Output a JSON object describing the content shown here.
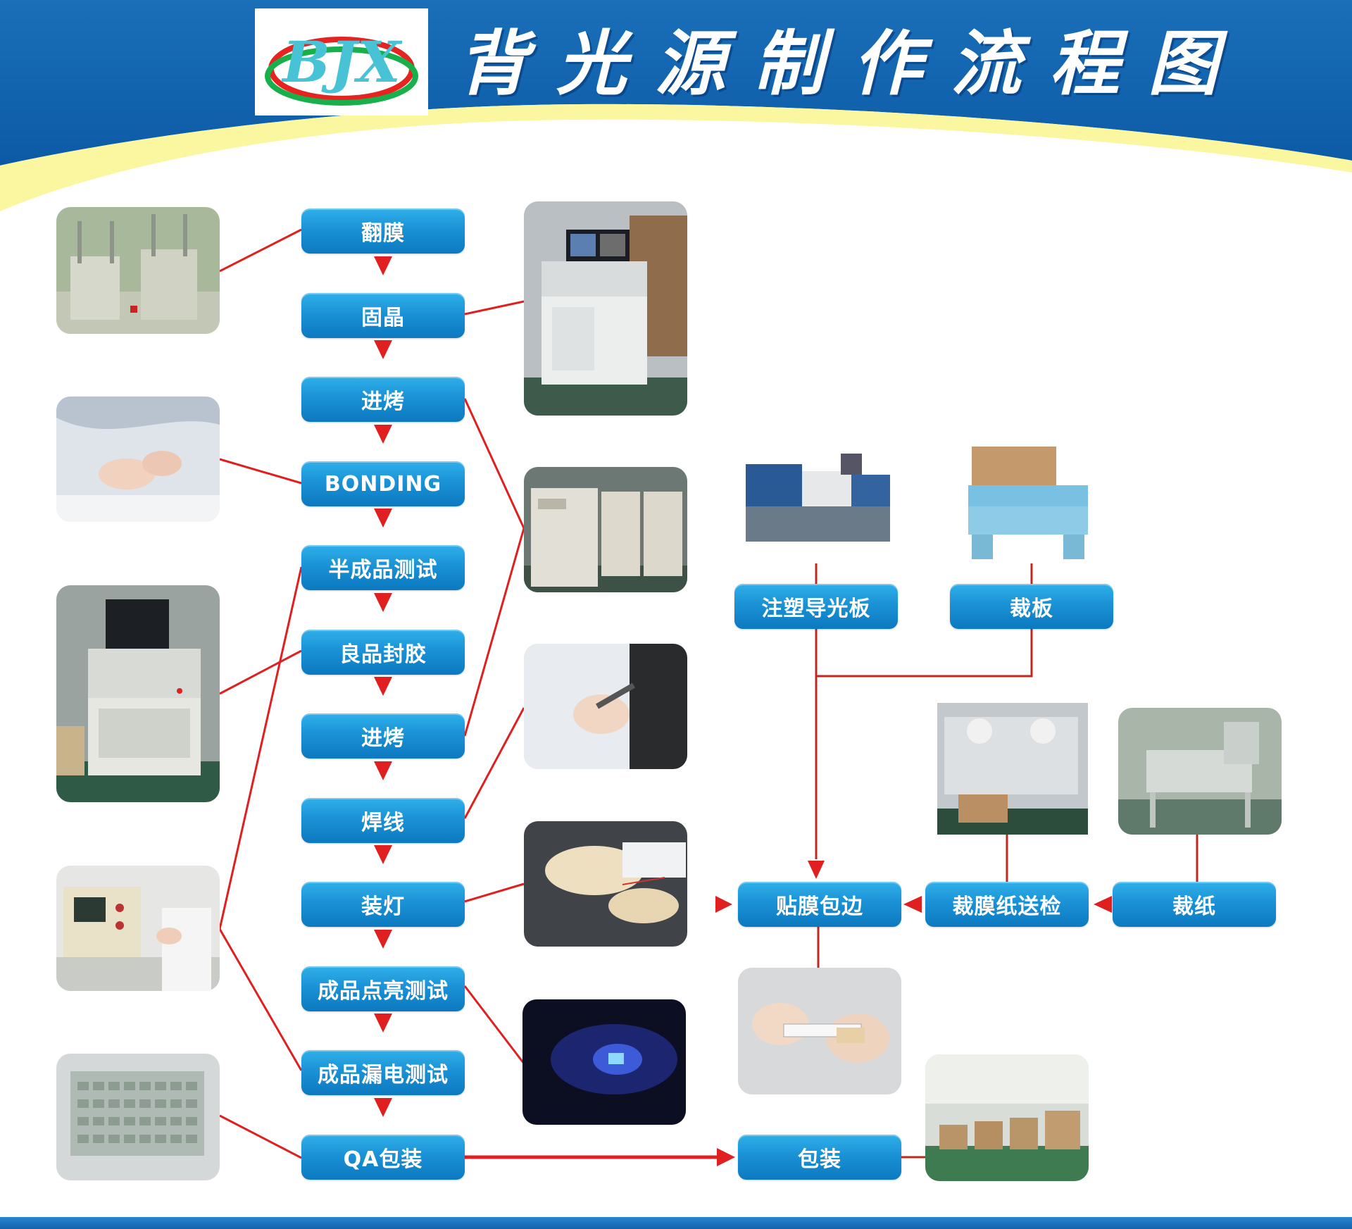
{
  "header": {
    "logo_text": "BJX",
    "title": "背光源制作流程图"
  },
  "steps": {
    "main": [
      "翻膜",
      "固晶",
      "进烤",
      "BONDING",
      "半成品测试",
      "良品封胶",
      "进烤",
      "焊线",
      "装灯",
      "成品点亮测试",
      "成品漏电测试",
      "QA包装"
    ],
    "right": {
      "injection_lgp": "注塑导光板",
      "cut_board": "裁板",
      "laminate_edge": "贴膜包边",
      "cut_film_inspect": "裁膜纸送检",
      "cut_paper": "裁纸",
      "packaging": "包装"
    }
  },
  "colors": {
    "header_blue": "#0e63ad",
    "header_yellow": "#fbf6a0",
    "step_blue": "#1b92d6",
    "connector_red": "#e02020",
    "connector_dark_red": "#c0271f"
  }
}
